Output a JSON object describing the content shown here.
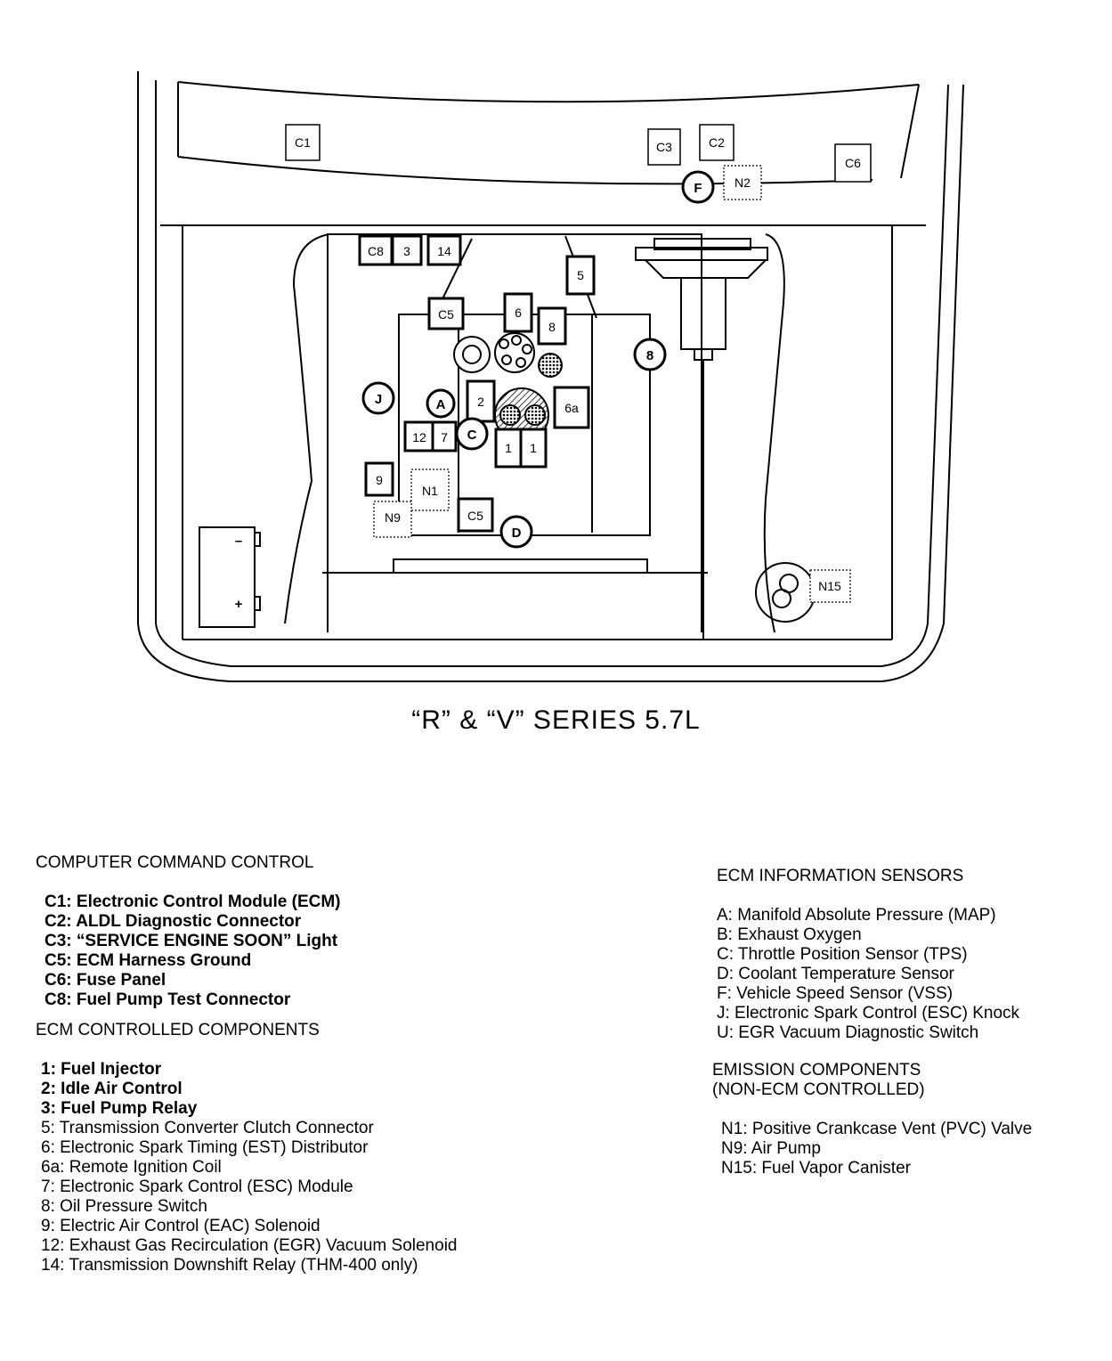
{
  "diagram": {
    "connectors": [
      "C1",
      "C2",
      "C3",
      "C5",
      "C5",
      "C6",
      "C8"
    ],
    "components": [
      "3",
      "14",
      "5",
      "6",
      "8",
      "2",
      "6a",
      "12",
      "7",
      "1",
      "1",
      "9"
    ],
    "sensors": [
      "F",
      "J",
      "A",
      "C",
      "8",
      "D"
    ],
    "emission": [
      "N1",
      "N2",
      "N9",
      "N15"
    ],
    "battery_minus": "–",
    "battery_plus": "+"
  },
  "caption": "“R” & “V” SERIES 5.7L",
  "legend": {
    "computer_command": {
      "heading": "COMPUTER COMMAND CONTROL",
      "items": [
        "C1:  Electronic Control Module (ECM)",
        "C2:  ALDL Diagnostic Connector",
        "C3:  “SERVICE ENGINE SOON” Light",
        "C5:  ECM Harness Ground",
        "C6:  Fuse Panel",
        "C8:  Fuel Pump Test Connector"
      ]
    },
    "ecm_controlled": {
      "heading": "ECM CONTROLLED COMPONENTS",
      "items": [
        "1:  Fuel Injector",
        "2:  Idle Air Control",
        "3:  Fuel Pump Relay",
        "5:  Transmission Converter Clutch Connector",
        "6:  Electronic Spark Timing (EST) Distributor",
        "6a:  Remote Ignition Coil",
        "7:  Electronic Spark Control (ESC) Module",
        "8:  Oil Pressure Switch",
        "9:  Electric Air Control (EAC) Solenoid",
        "12:  Exhaust Gas Recirculation (EGR) Vacuum Solenoid",
        "14:  Transmission Downshift Relay (THM-400 only)"
      ]
    },
    "ecm_sensors": {
      "heading": "ECM INFORMATION SENSORS",
      "items": [
        "A: Manifold Absolute Pressure (MAP)",
        "B: Exhaust Oxygen",
        "C: Throttle Position Sensor (TPS)",
        "D: Coolant Temperature Sensor",
        "F: Vehicle Speed Sensor (VSS)",
        "J: Electronic Spark Control (ESC) Knock",
        "U: EGR Vacuum Diagnostic Switch"
      ]
    },
    "emission": {
      "heading_1": "EMISSION COMPONENTS",
      "heading_2": "(NON-ECM CONTROLLED)",
      "items": [
        "N1:  Positive Crankcase Vent (PVC) Valve",
        "N9:  Air Pump",
        "N15:  Fuel Vapor Canister"
      ]
    }
  }
}
